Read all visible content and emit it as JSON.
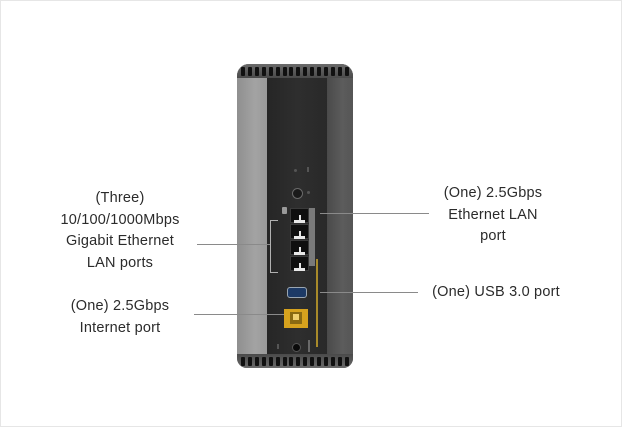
{
  "figure": {
    "subject": "router-rear-panel",
    "colors": {
      "background": "#ffffff",
      "router_body": "#2f2f2f",
      "router_side_left": "#9a9a9a",
      "router_side_right": "#5a5a5a",
      "internet_port": "#d6a21e",
      "usb_port": "#1d3a66",
      "label_text": "#2b2b2b",
      "leader_line": "#8a8a8a"
    }
  },
  "callouts": {
    "lan_gigabit": {
      "lines": [
        "(Three)",
        "10/100/1000Mbps",
        "Gigabit Ethernet",
        "LAN ports"
      ]
    },
    "internet_port": {
      "lines": [
        "(One) 2.5Gbps",
        "Internet port"
      ]
    },
    "lan_2_5g": {
      "lines": [
        "(One) 2.5Gbps",
        "Ethernet LAN",
        "port"
      ]
    },
    "usb": {
      "lines": [
        "(One) USB 3.0 port"
      ]
    }
  }
}
